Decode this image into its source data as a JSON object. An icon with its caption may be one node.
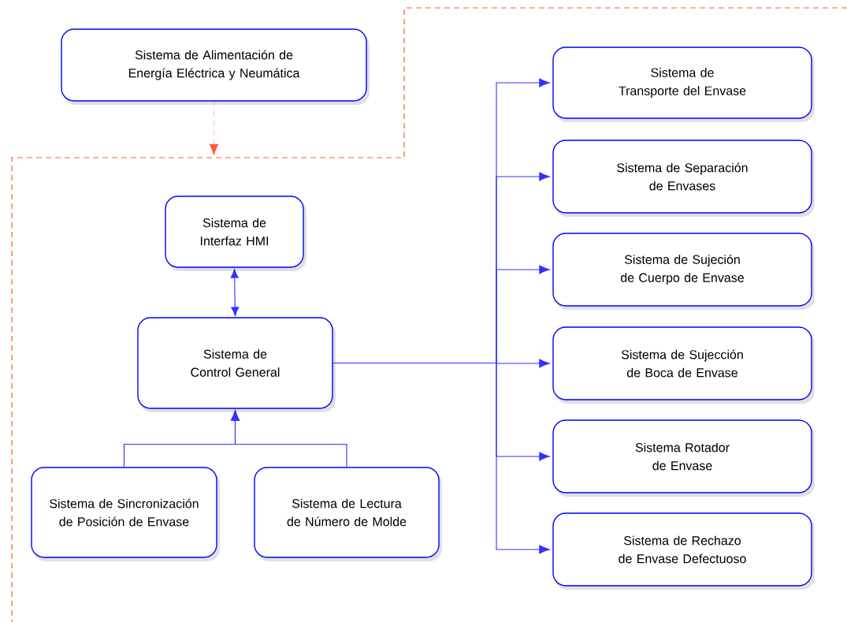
{
  "diagram": {
    "nodes": [
      {
        "text": [
          "Sistema de Alimentación de Energía Eléctrica y Neumática"
        ]
      },
      {
        "text": [
          "Sistema de Interfaz HMI"
        ]
      },
      {
        "text": [
          "Sistema de Control General"
        ]
      },
      {
        "text": [
          "Sistema de Sincronización de Posición de Envase"
        ]
      },
      {
        "text": [
          "Sistema de Lectura de Número de Molde"
        ]
      },
      {
        "text": [
          "Sistema de Transporte del Envase"
        ]
      },
      {
        "text": [
          "Sistema de Separación de Envases"
        ]
      },
      {
        "text": [
          "Sistema de Sujeción de Cuerpo de Envase"
        ]
      },
      {
        "text": [
          "Sistema de Sujección de Boca de Envase"
        ]
      },
      {
        "text": [
          "Sistema Rotador de Envase"
        ]
      },
      {
        "text": [
          "Sistema de Rechazo de Envase Defectuoso"
        ]
      }
    ],
    "edges": [
      {
        "from": 0,
        "to": null,
        "arrow": "to",
        "style": "dashed",
        "color": "#ff5a3c"
      },
      {
        "from": 2,
        "to": 1,
        "arrow": "both"
      },
      {
        "from": 3,
        "to": 2,
        "arrow": "to"
      },
      {
        "from": 4,
        "to": 2,
        "arrow": "to"
      },
      {
        "from": 2,
        "to": 5,
        "arrow": "to"
      },
      {
        "from": 2,
        "to": 6,
        "arrow": "to"
      },
      {
        "from": 2,
        "to": 7,
        "arrow": "to"
      },
      {
        "from": 2,
        "to": 8,
        "arrow": "to"
      },
      {
        "from": 2,
        "to": 9,
        "arrow": "to"
      },
      {
        "from": 2,
        "to": 10,
        "arrow": "to"
      }
    ]
  }
}
